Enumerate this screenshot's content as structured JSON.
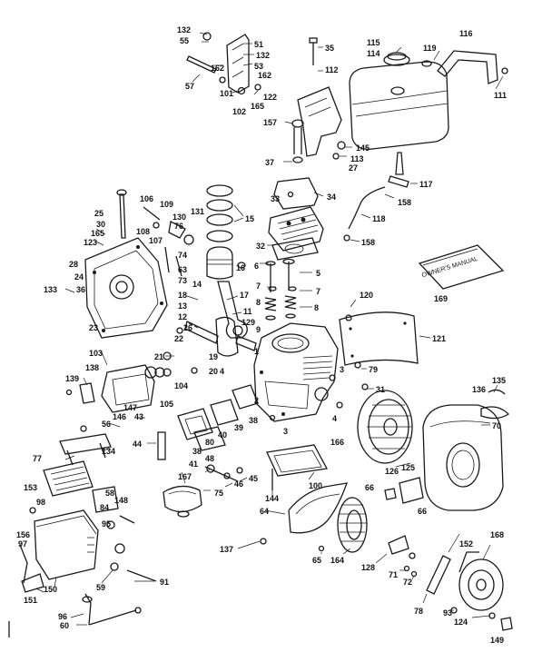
{
  "labels": [
    {
      "id": "132a",
      "text": "132"
    },
    {
      "id": "55",
      "text": "55"
    },
    {
      "id": "51",
      "text": "51"
    },
    {
      "id": "132b",
      "text": "132"
    },
    {
      "id": "53",
      "text": "53"
    },
    {
      "id": "162a",
      "text": "162"
    },
    {
      "id": "162b",
      "text": "162"
    },
    {
      "id": "57",
      "text": "57"
    },
    {
      "id": "101",
      "text": "101"
    },
    {
      "id": "122",
      "text": "122"
    },
    {
      "id": "102",
      "text": "102"
    },
    {
      "id": "165a",
      "text": "165"
    },
    {
      "id": "35",
      "text": "35"
    },
    {
      "id": "112",
      "text": "112"
    },
    {
      "id": "115",
      "text": "115"
    },
    {
      "id": "114",
      "text": "114"
    },
    {
      "id": "119",
      "text": "119"
    },
    {
      "id": "116",
      "text": "116"
    },
    {
      "id": "111",
      "text": "111"
    },
    {
      "id": "157",
      "text": "157"
    },
    {
      "id": "145",
      "text": "145"
    },
    {
      "id": "113",
      "text": "113"
    },
    {
      "id": "27",
      "text": "27"
    },
    {
      "id": "37",
      "text": "37"
    },
    {
      "id": "117",
      "text": "117"
    },
    {
      "id": "158a",
      "text": "158"
    },
    {
      "id": "34",
      "text": "34"
    },
    {
      "id": "118",
      "text": "118"
    },
    {
      "id": "158b",
      "text": "158"
    },
    {
      "id": "106",
      "text": "106"
    },
    {
      "id": "109",
      "text": "109"
    },
    {
      "id": "25",
      "text": "25"
    },
    {
      "id": "30",
      "text": "30"
    },
    {
      "id": "108",
      "text": "108"
    },
    {
      "id": "131",
      "text": "131"
    },
    {
      "id": "130",
      "text": "130"
    },
    {
      "id": "76",
      "text": "76"
    },
    {
      "id": "15",
      "text": "15"
    },
    {
      "id": "33",
      "text": "33"
    },
    {
      "id": "165b",
      "text": "165"
    },
    {
      "id": "123",
      "text": "123"
    },
    {
      "id": "107",
      "text": "107"
    },
    {
      "id": "74",
      "text": "74"
    },
    {
      "id": "32",
      "text": "32"
    },
    {
      "id": "28",
      "text": "28"
    },
    {
      "id": "63",
      "text": "63"
    },
    {
      "id": "6",
      "text": "6"
    },
    {
      "id": "16",
      "text": "16"
    },
    {
      "id": "24",
      "text": "24"
    },
    {
      "id": "73",
      "text": "73"
    },
    {
      "id": "5",
      "text": "5"
    },
    {
      "id": "169",
      "text": "169"
    },
    {
      "id": "133",
      "text": "133"
    },
    {
      "id": "36",
      "text": "36"
    },
    {
      "id": "14",
      "text": "14"
    },
    {
      "id": "7a",
      "text": "7"
    },
    {
      "id": "7b",
      "text": "7"
    },
    {
      "id": "18",
      "text": "18"
    },
    {
      "id": "17",
      "text": "17"
    },
    {
      "id": "8a",
      "text": "8"
    },
    {
      "id": "120",
      "text": "120"
    },
    {
      "id": "13",
      "text": "13"
    },
    {
      "id": "11",
      "text": "11"
    },
    {
      "id": "8b",
      "text": "8"
    },
    {
      "id": "12",
      "text": "12"
    },
    {
      "id": "129",
      "text": "129"
    },
    {
      "id": "9",
      "text": "9"
    },
    {
      "id": "23",
      "text": "23"
    },
    {
      "id": "26",
      "text": "26"
    },
    {
      "id": "22",
      "text": "22"
    },
    {
      "id": "121",
      "text": "121"
    },
    {
      "id": "1",
      "text": "1"
    },
    {
      "id": "103",
      "text": "103"
    },
    {
      "id": "21",
      "text": "21"
    },
    {
      "id": "19",
      "text": "19"
    },
    {
      "id": "20",
      "text": "20"
    },
    {
      "id": "4a",
      "text": "4"
    },
    {
      "id": "79",
      "text": "79"
    },
    {
      "id": "3a",
      "text": "3"
    },
    {
      "id": "139",
      "text": "139"
    },
    {
      "id": "138",
      "text": "138"
    },
    {
      "id": "104",
      "text": "104"
    },
    {
      "id": "135",
      "text": "135"
    },
    {
      "id": "31",
      "text": "31"
    },
    {
      "id": "136",
      "text": "136"
    },
    {
      "id": "105",
      "text": "105"
    },
    {
      "id": "147",
      "text": "147"
    },
    {
      "id": "146",
      "text": "146"
    },
    {
      "id": "2",
      "text": "2"
    },
    {
      "id": "43",
      "text": "43"
    },
    {
      "id": "39",
      "text": "39"
    },
    {
      "id": "38",
      "text": "38"
    },
    {
      "id": "4b",
      "text": "4"
    },
    {
      "id": "56",
      "text": "56"
    },
    {
      "id": "3b",
      "text": "3"
    },
    {
      "id": "70",
      "text": "70"
    },
    {
      "id": "40",
      "text": "40"
    },
    {
      "id": "166",
      "text": "166"
    },
    {
      "id": "44",
      "text": "44"
    },
    {
      "id": "80",
      "text": "80"
    },
    {
      "id": "38b",
      "text": "38"
    },
    {
      "id": "77",
      "text": "77"
    },
    {
      "id": "134",
      "text": "134"
    },
    {
      "id": "48",
      "text": "48"
    },
    {
      "id": "41",
      "text": "41"
    },
    {
      "id": "45",
      "text": "45"
    },
    {
      "id": "46",
      "text": "46"
    },
    {
      "id": "100",
      "text": "100"
    },
    {
      "id": "126",
      "text": "126"
    },
    {
      "id": "125",
      "text": "125"
    },
    {
      "id": "167",
      "text": "167"
    },
    {
      "id": "75",
      "text": "75"
    },
    {
      "id": "153",
      "text": "153"
    },
    {
      "id": "58",
      "text": "58"
    },
    {
      "id": "66a",
      "text": "66"
    },
    {
      "id": "98",
      "text": "98"
    },
    {
      "id": "84",
      "text": "84"
    },
    {
      "id": "148",
      "text": "148"
    },
    {
      "id": "144",
      "text": "144"
    },
    {
      "id": "64",
      "text": "64"
    },
    {
      "id": "66b",
      "text": "66"
    },
    {
      "id": "95",
      "text": "95"
    },
    {
      "id": "156",
      "text": "156"
    },
    {
      "id": "97",
      "text": "97"
    },
    {
      "id": "137",
      "text": "137"
    },
    {
      "id": "65",
      "text": "65"
    },
    {
      "id": "164",
      "text": "164"
    },
    {
      "id": "128",
      "text": "128"
    },
    {
      "id": "152",
      "text": "152"
    },
    {
      "id": "168",
      "text": "168"
    },
    {
      "id": "71",
      "text": "71"
    },
    {
      "id": "72",
      "text": "72"
    },
    {
      "id": "59",
      "text": "59"
    },
    {
      "id": "91",
      "text": "91"
    },
    {
      "id": "151",
      "text": "151"
    },
    {
      "id": "150",
      "text": "150"
    },
    {
      "id": "96",
      "text": "96"
    },
    {
      "id": "60",
      "text": "60"
    },
    {
      "id": "78",
      "text": "78"
    },
    {
      "id": "93",
      "text": "93"
    },
    {
      "id": "124",
      "text": "124"
    },
    {
      "id": "149",
      "text": "149"
    }
  ],
  "booklet_text": "OWNER'S MANUAL"
}
